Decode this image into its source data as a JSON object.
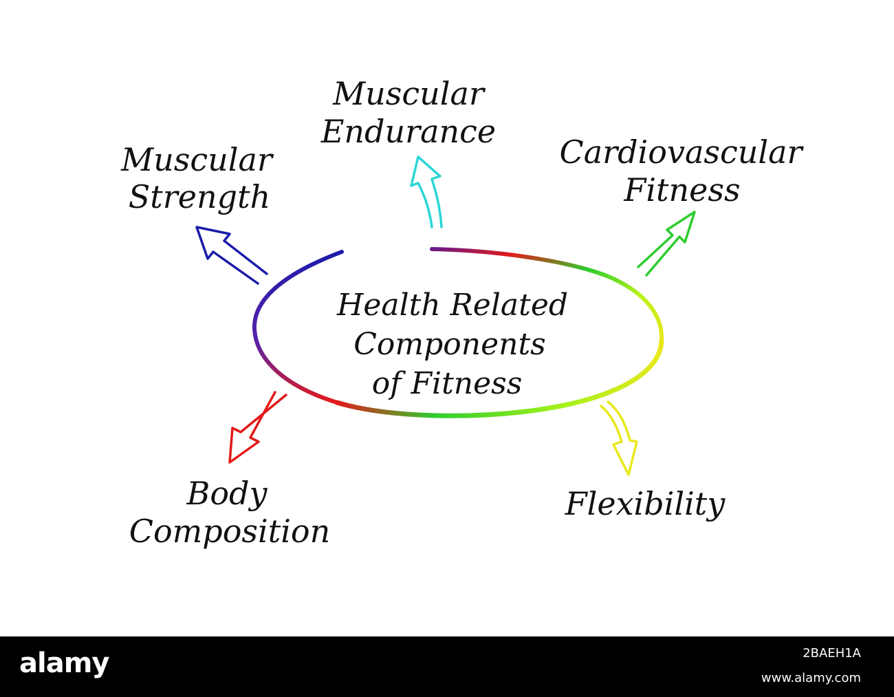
{
  "diagram": {
    "center": {
      "lines": [
        "Health Related",
        "Components",
        "of Fitness"
      ]
    },
    "nodes": [
      {
        "id": "muscular-strength",
        "lines": [
          "Muscular",
          "Strength"
        ],
        "color": "#1c1caa"
      },
      {
        "id": "muscular-endurance",
        "lines": [
          "Muscular",
          "Endurance"
        ],
        "color": "#2cd6d6"
      },
      {
        "id": "cardiovascular-fitness",
        "lines": [
          "Cardiovascular",
          "Fitness"
        ],
        "color": "#2ecc2e"
      },
      {
        "id": "body-composition",
        "lines": [
          "Body",
          "Composition"
        ],
        "color": "#e21a1a"
      },
      {
        "id": "flexibility",
        "lines": [
          "Flexibility"
        ],
        "color": "#e8e81c"
      }
    ],
    "ellipse_colors": [
      "#1c1caa",
      "#e21a1a",
      "#2ecc2e",
      "#e8e81c"
    ]
  },
  "footer": {
    "logo": "alamy",
    "image_id": "2BAEH1A",
    "url": "www.alamy.com"
  }
}
